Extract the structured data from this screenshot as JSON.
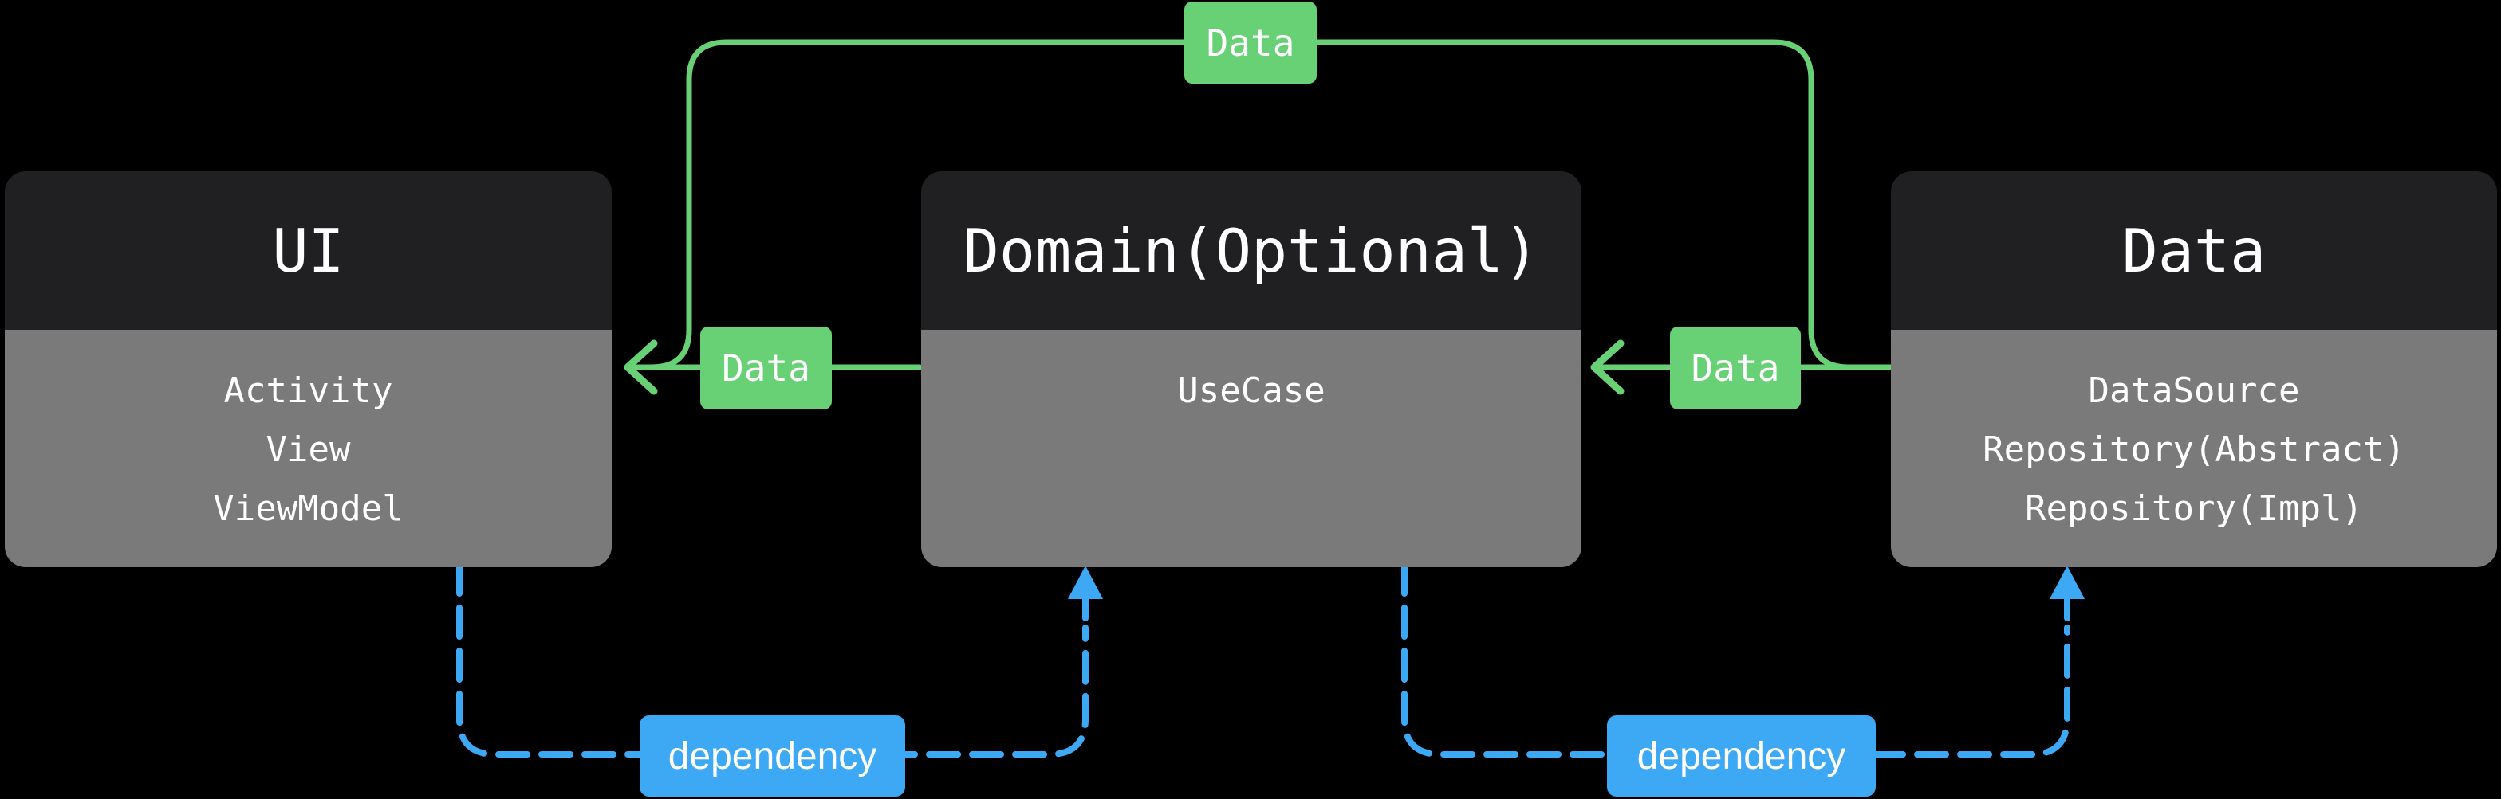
{
  "diagram": {
    "title_hint": "Android clean architecture layer diagram",
    "colors": {
      "background": "#000000",
      "flow_green": "#68d176",
      "dependency_blue": "#3da9f5",
      "box_header_bg": "#202022",
      "box_body_bg": "#7a7a7a",
      "text": "#ffffff"
    },
    "boxes": [
      {
        "title": "UI",
        "items": [
          "Activity",
          "View",
          "ViewModel"
        ]
      },
      {
        "title": "Domain(Optional)",
        "items": [
          "UseCase"
        ]
      },
      {
        "title": "Data",
        "items": [
          "DataSource",
          "Repository(Abstract)",
          "Repository(Impl)"
        ]
      }
    ],
    "labels": {
      "flow_top_bypass": "Data",
      "flow_domain_to_ui": "Data",
      "flow_data_to_domain": "Data",
      "dep_ui_to_domain": "dependency",
      "dep_domain_to_data": "dependency"
    }
  }
}
